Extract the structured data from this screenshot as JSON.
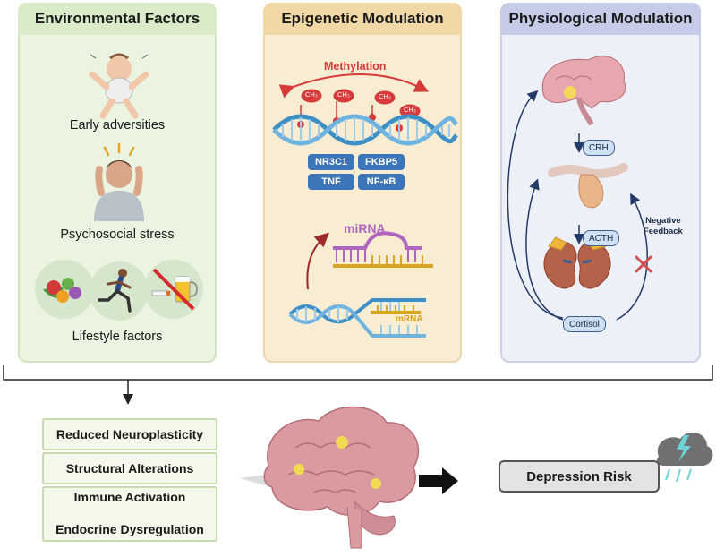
{
  "panels": {
    "environmental": {
      "title": "Environmental Factors",
      "items": [
        "Early adversities",
        "Psychosocial stress",
        "Lifestyle factors"
      ]
    },
    "epigenetic": {
      "title": "Epigenetic Modulation",
      "methylation_label": "Methylation",
      "methyl_tag": "CH₃",
      "genes": [
        "NR3C1",
        "FKBP5",
        "TNF",
        "NF-κB"
      ],
      "mirna_label": "miRNA",
      "mrna_label": "mRNA"
    },
    "physiological": {
      "title": "Physiological Modulation",
      "hormones": [
        "CRH",
        "ACTH",
        "Cortisol"
      ],
      "feedback_label": [
        "Negative",
        "Feedback"
      ]
    }
  },
  "outcomes": {
    "effects": [
      "Reduced Neuroplasticity",
      "Structural Alterations",
      "Immune Activation",
      "Endocrine Dysregulation"
    ],
    "risk_label": "Depression Risk"
  },
  "colors": {
    "env_panel": "#eaf4e1",
    "epi_panel": "#f8ecd3",
    "phys_panel": "#eef0f8",
    "dna_blue": "#3d8fc6",
    "methyl_red": "#d83a3a",
    "mirna_purple": "#b066c0",
    "mrna_gold": "#d9a520",
    "gene_blue": "#3d76b8",
    "brain_pink": "#d99aa0",
    "arrow_navy": "#243a66"
  },
  "icons": [
    "infant-icon",
    "stressed-person-icon",
    "healthy-food-icon",
    "runner-icon",
    "no-alcohol-smoking-icon",
    "hypothalamus-brain-icon",
    "pituitary-gland-icon",
    "adrenal-kidneys-icon",
    "brain-icon",
    "storm-cloud-icon"
  ]
}
